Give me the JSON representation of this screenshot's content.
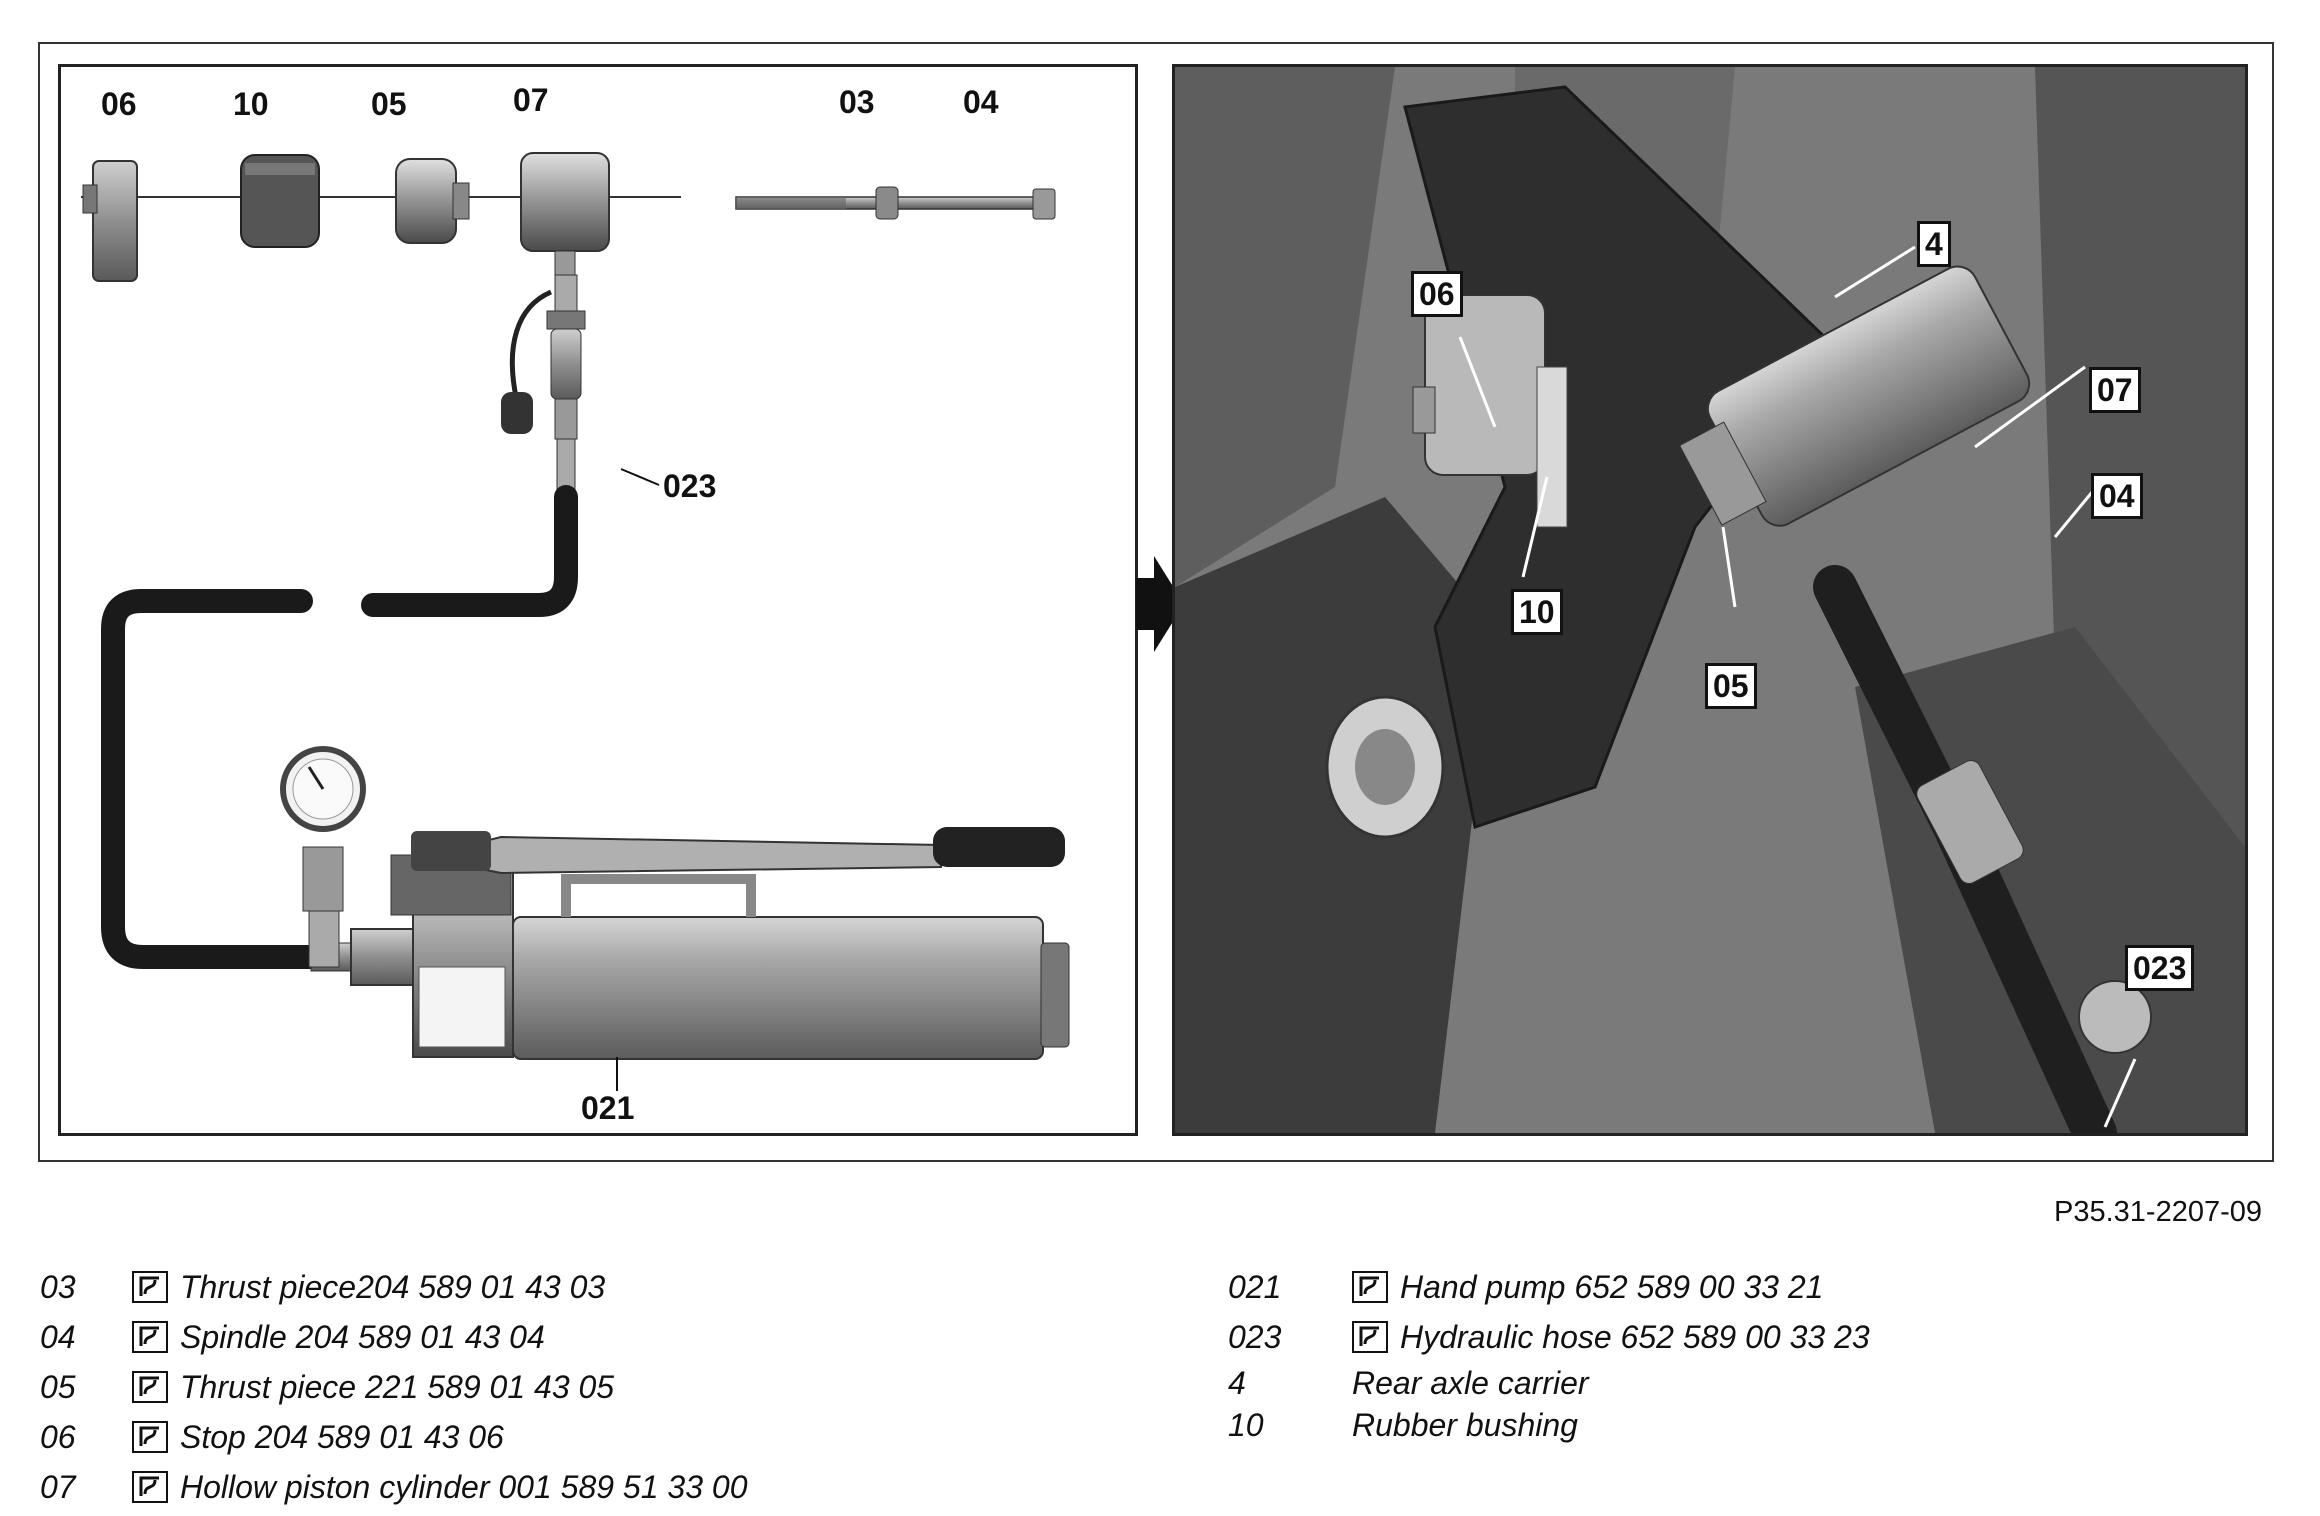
{
  "left_callouts": {
    "c06": "06",
    "c10": "10",
    "c05": "05",
    "c07": "07",
    "c03": "03",
    "c04": "04",
    "c023": "023",
    "c021": "021"
  },
  "right_callouts": {
    "c06": "06",
    "c10": "10",
    "c05": "05",
    "c4": "4",
    "c07": "07",
    "c04": "04",
    "c023": "023"
  },
  "figure_id": "P35.31-2207-09",
  "legend_left": [
    {
      "num": "03",
      "tool_icon": "special-tool-icon",
      "text": "Thrust piece204 589 01 43 03"
    },
    {
      "num": "04",
      "tool_icon": "special-tool-icon",
      "text": "Spindle 204 589 01 43 04"
    },
    {
      "num": "05",
      "tool_icon": "special-tool-icon",
      "text": "Thrust piece 221 589 01 43 05"
    },
    {
      "num": "06",
      "tool_icon": "special-tool-icon",
      "text": "Stop 204 589 01 43 06"
    },
    {
      "num": "07",
      "tool_icon": "special-tool-icon",
      "text": "Hollow piston cylinder 001 589 51 33 00"
    }
  ],
  "legend_right": [
    {
      "num": "021",
      "tool_icon": "special-tool-icon",
      "text": "Hand pump 652 589 00 33 21"
    },
    {
      "num": "023",
      "tool_icon": "special-tool-icon",
      "text": "Hydraulic hose 652 589 00 33 23"
    },
    {
      "num": "4",
      "text": "Rear axle carrier"
    },
    {
      "num": "10",
      "text": "Rubber bushing"
    }
  ]
}
